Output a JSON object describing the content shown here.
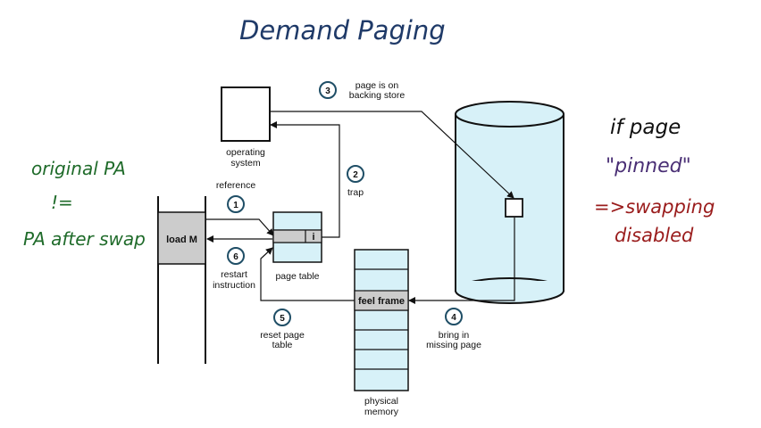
{
  "title": "Demand Paging",
  "labels": {
    "operating_system": [
      "operating",
      "system"
    ],
    "reference": "reference",
    "load_m": "load M",
    "page_table": "page table",
    "page_table_entry_bit": "i",
    "restart_instruction": [
      "restart",
      "instruction"
    ],
    "trap": "trap",
    "page_on_backing_store": [
      "page is on",
      "backing store"
    ],
    "reset_page_table": [
      "reset page",
      "table"
    ],
    "free_frame": "feel frame",
    "bring_in_missing_page": [
      "bring in",
      "missing page"
    ],
    "physical_memory": [
      "physical",
      "memory"
    ]
  },
  "steps": [
    "1",
    "2",
    "3",
    "4",
    "5",
    "6"
  ],
  "annotations": {
    "left": [
      "original PA",
      "!=",
      "PA after swap"
    ],
    "right_pin": [
      "if page",
      "\"pinned\""
    ],
    "right_effect": [
      "=>swapping",
      "disabled"
    ]
  },
  "colors": {
    "title": "#1f3a68",
    "left_note": "#1f6b2a",
    "pin_black": "#111111",
    "pinned_purple": "#4a2f75",
    "effect_red": "#9a1c1c",
    "disk_fill": "#d7f1f8",
    "step_circle": "#1f4e66",
    "gray_fill": "#cccccc"
  }
}
